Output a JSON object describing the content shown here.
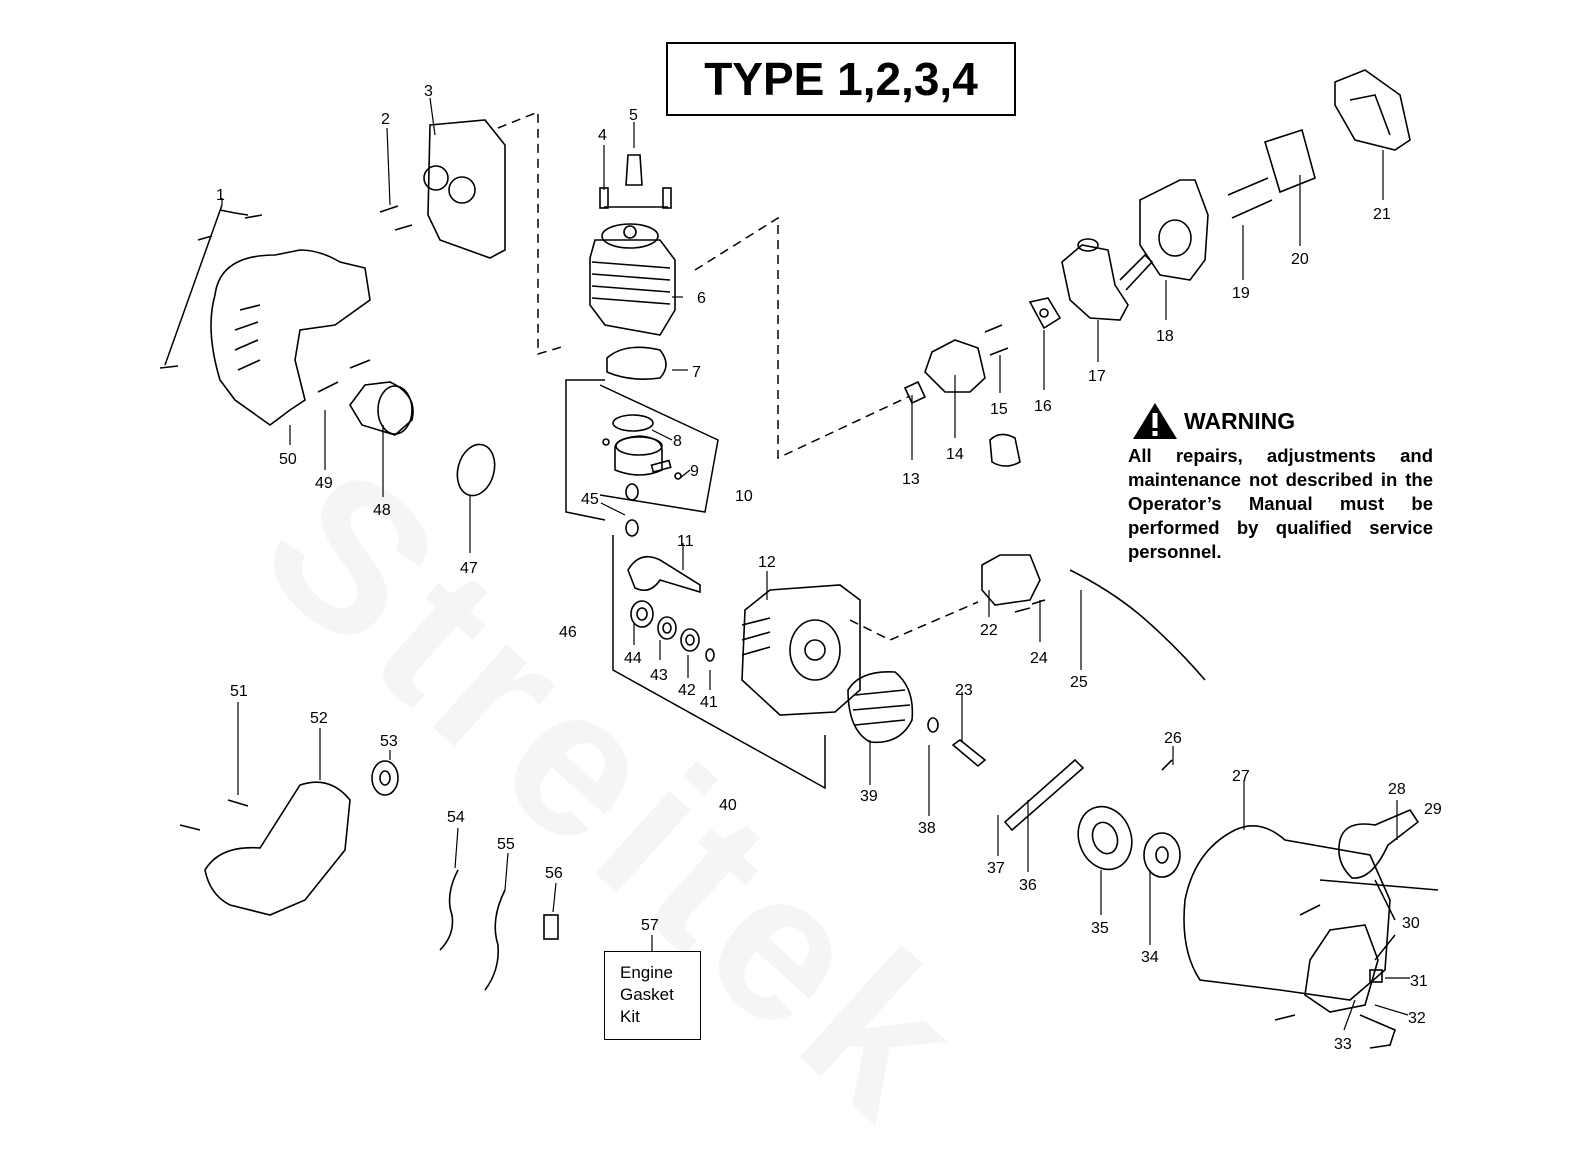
{
  "title": "TYPE 1,2,3,4",
  "warning": {
    "heading": "WARNING",
    "text": "All repairs, adjustments and maintenance not described in the Operator’s Manual must be performed by qualified service personnel.",
    "icon": "warning-triangle-icon"
  },
  "kit_box": {
    "callout": "57",
    "label": "Engine Gasket Kit"
  },
  "watermark": "Streitek",
  "callouts": [
    "1",
    "2",
    "3",
    "4",
    "5",
    "6",
    "7",
    "8",
    "9",
    "10",
    "11",
    "12",
    "13",
    "14",
    "15",
    "16",
    "17",
    "18",
    "19",
    "20",
    "21",
    "22",
    "23",
    "24",
    "25",
    "26",
    "27",
    "28",
    "29",
    "30",
    "31",
    "32",
    "33",
    "34",
    "35",
    "36",
    "37",
    "38",
    "39",
    "40",
    "41",
    "42",
    "43",
    "44",
    "45",
    "46",
    "47",
    "48",
    "49",
    "50",
    "51",
    "52",
    "53",
    "54",
    "55",
    "56"
  ]
}
